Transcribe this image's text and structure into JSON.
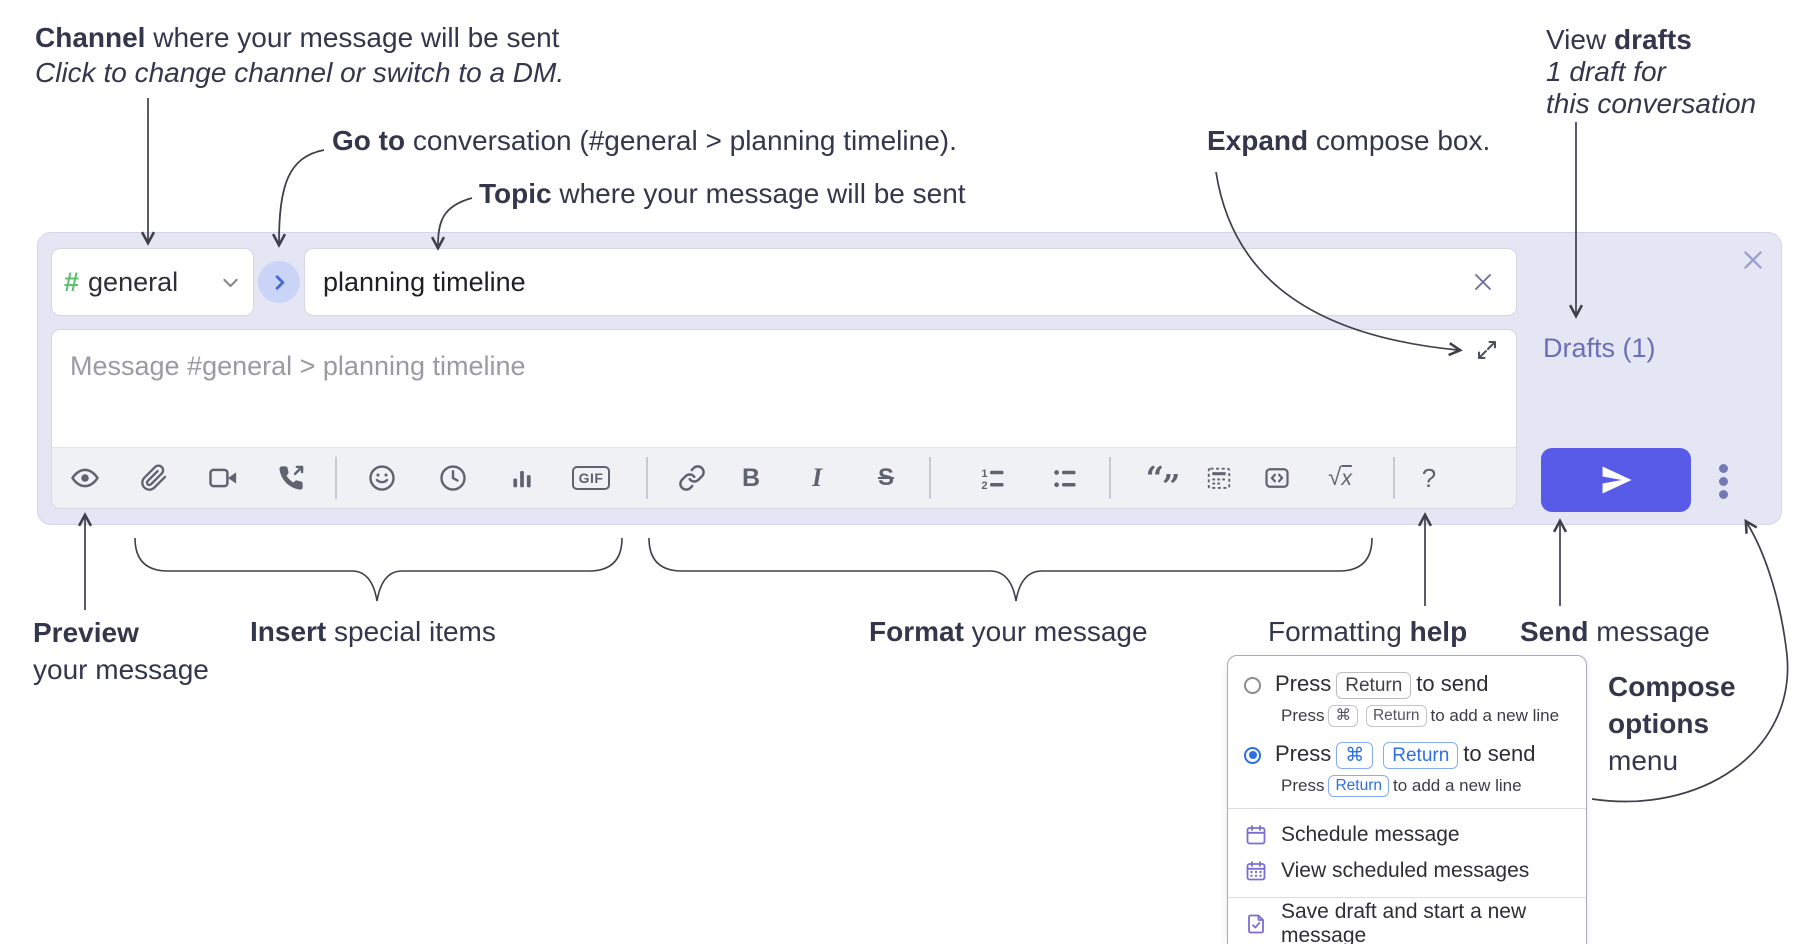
{
  "annotations": {
    "channel": {
      "bold": "Channel",
      "rest": " where your message will be sent",
      "line2": "Click to change channel or switch to a DM."
    },
    "go_to": {
      "bold": "Go to",
      "rest": " conversation (#general > planning timeline)."
    },
    "topic": {
      "bold": "Topic",
      "rest": " where your message will be sent"
    },
    "expand": {
      "bold": "Expand",
      "rest": " compose box."
    },
    "view_drafts": {
      "normal": "View ",
      "bold": "drafts",
      "line2": "1 draft for",
      "line3": "this conversation"
    },
    "preview": {
      "bold": "Preview",
      "line2": "your message"
    },
    "insert": {
      "bold": "Insert",
      "rest": " special items"
    },
    "format": {
      "bold": "Format",
      "rest": " your message"
    },
    "formatting_help": {
      "normal": "Formatting ",
      "bold": "help"
    },
    "send": {
      "bold": "Send",
      "rest": " message"
    },
    "compose_options": {
      "line1": "Compose",
      "line2": "options",
      "line3": "menu"
    }
  },
  "compose": {
    "channel_selector": {
      "hash": "#",
      "label": "general"
    },
    "topic_input": {
      "value": "planning timeline"
    },
    "message_input": {
      "placeholder": "Message #general > planning timeline"
    },
    "drafts_link": "Drafts (1)",
    "toolbar": {
      "gif_label": "GIF",
      "bold_label": "B",
      "italic_label": "I",
      "strike_label": "S",
      "numbered_1": "1",
      "numbered_2": "2",
      "quote_open": "“",
      "quote_close": "”",
      "math_sqrt": "√",
      "math_x": "x",
      "help_label": "?"
    }
  },
  "popup": {
    "option1": {
      "press": "Press",
      "key_return": "Return",
      "to_send": "to send",
      "sub_press": "Press",
      "sub_key_cmd": "⌘",
      "sub_key_return": "Return",
      "sub_suffix": "to add a new line"
    },
    "option2": {
      "press": "Press",
      "key_cmd": "⌘",
      "key_return": "Return",
      "to_send": "to send",
      "sub_press": "Press",
      "sub_key_return": "Return",
      "sub_suffix": "to add a new line"
    },
    "menu_items": [
      "Schedule message",
      "View scheduled messages",
      "Save draft and start a new message"
    ]
  },
  "colors": {
    "compose_background": "#e4e6f3",
    "send_button": "#585ae8",
    "drafts_link": "#6a6fb8",
    "accent_blue": "#2f6fe3",
    "hash_green": "#5bbf70",
    "menu_icon_violet": "#7a6ed2",
    "annotation_text": "#34364b",
    "toolbar_icon": "#5d6470"
  }
}
